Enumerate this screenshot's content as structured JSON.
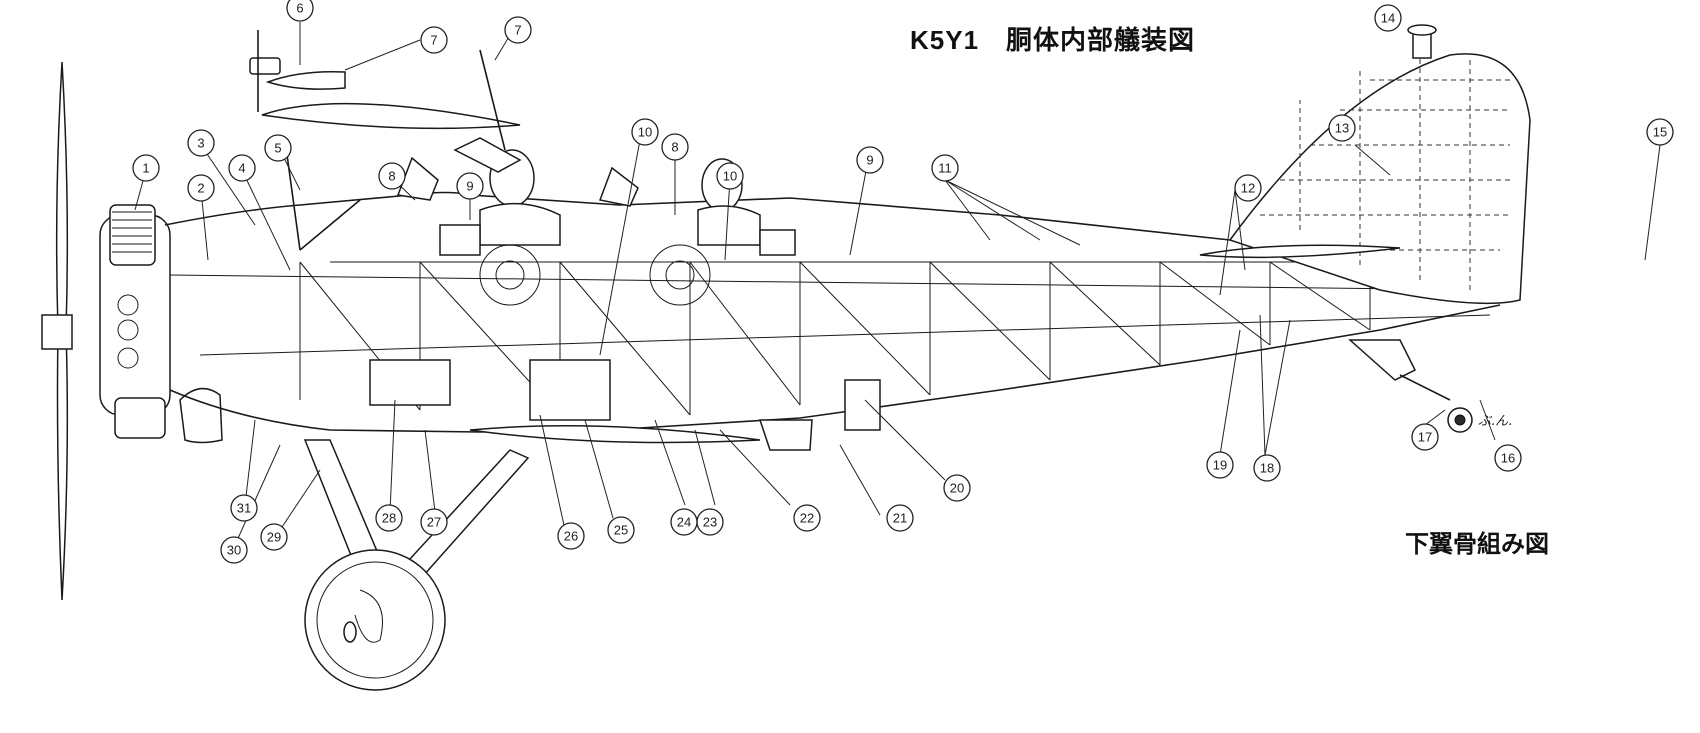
{
  "title": "K5Y1　胴体内部艤装図",
  "subtitle": "下翼骨組み図",
  "signature": "ぶ.ん.",
  "callouts": [
    "1",
    "2",
    "3",
    "4",
    "5",
    "6",
    "7",
    "7",
    "8",
    "8",
    "9",
    "9",
    "10",
    "10",
    "11",
    "12",
    "13",
    "14",
    "15",
    "16",
    "17",
    "18",
    "19",
    "20",
    "21",
    "22",
    "23",
    "24",
    "25",
    "26",
    "27",
    "28",
    "29",
    "30",
    "31"
  ]
}
